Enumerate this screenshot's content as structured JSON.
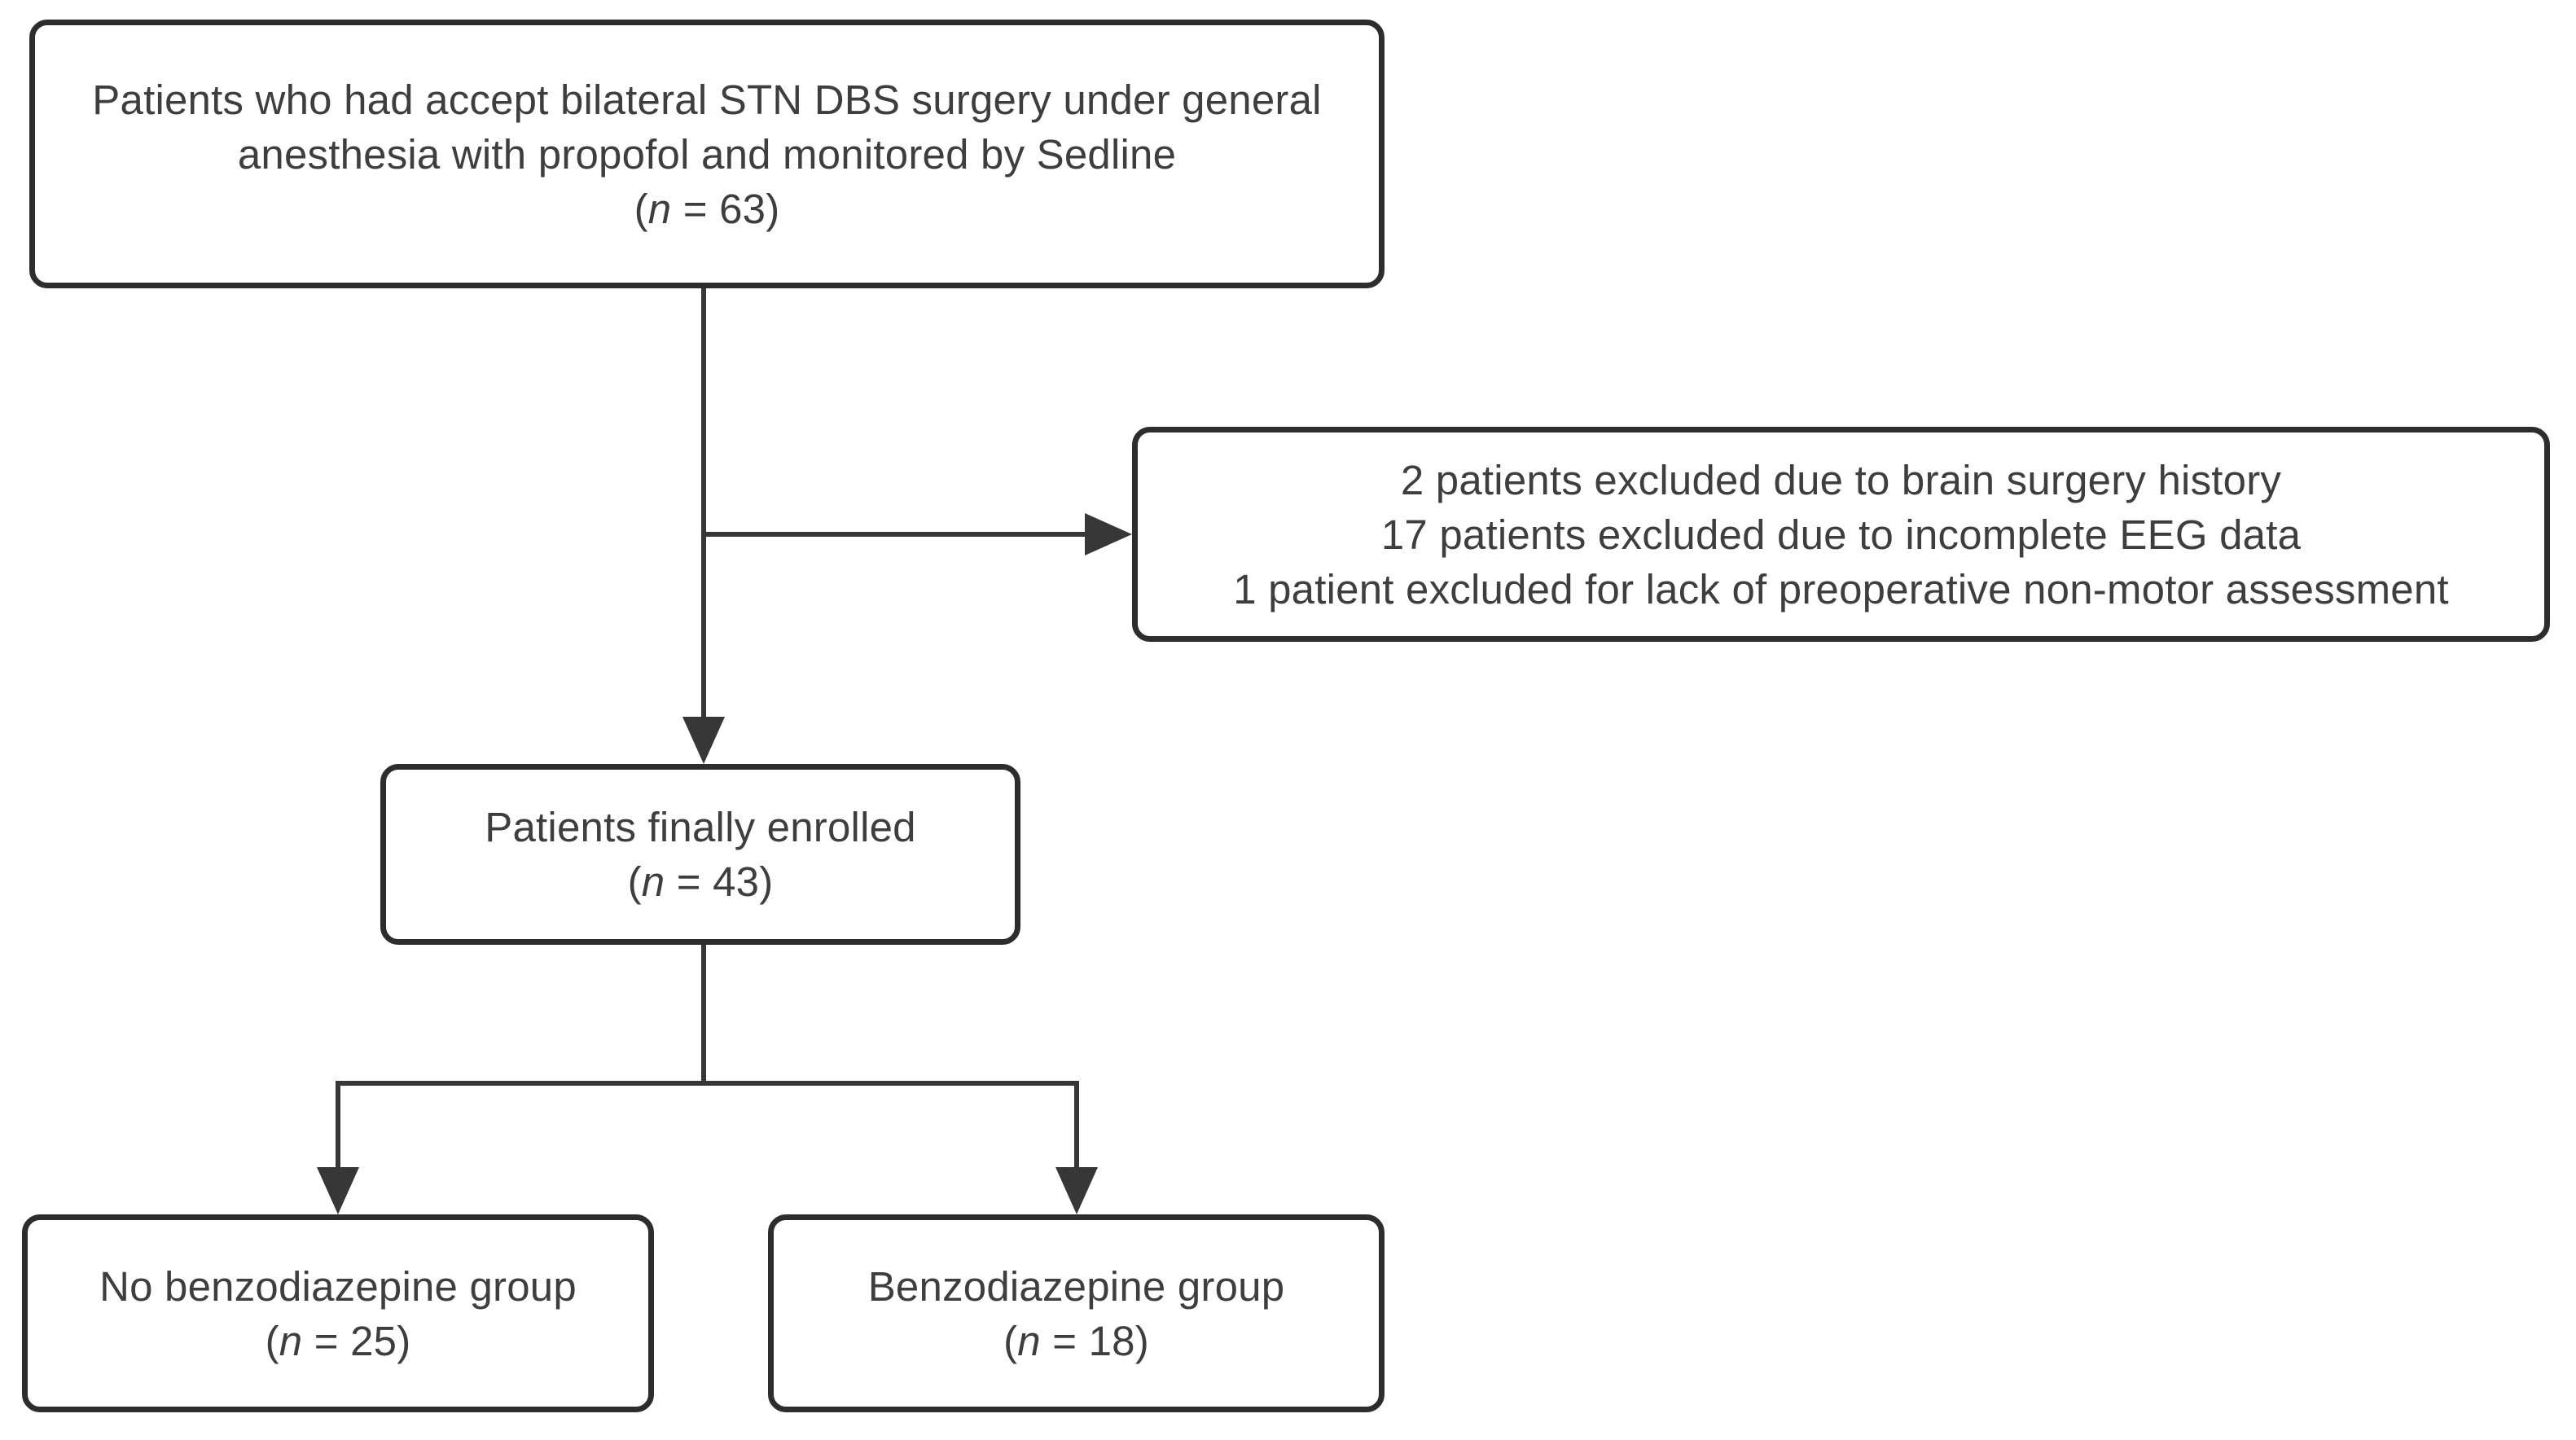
{
  "figure": {
    "type": "patient-enrollment-flowchart",
    "colors": {
      "box_border": "#2d2d2d",
      "box_background": "#ffffff",
      "connector": "#373737",
      "text": "#3e3e3e",
      "page_background": "#ffffff"
    },
    "boxes": {
      "initial": {
        "lines": [
          "Patients who had accept bilateral STN DBS surgery under general",
          "anesthesia with propofol and monitored by Sedline"
        ],
        "n_line": {
          "prefix": "(",
          "symbol": "n",
          "suffix": " = 63)"
        },
        "n_value": 63
      },
      "exclusion": {
        "lines": [
          "2 patients excluded due to brain surgery history",
          "17 patients excluded due to incomplete EEG data",
          "1 patient excluded for lack of preoperative non-motor assessment"
        ],
        "excluded_counts": [
          2,
          17,
          1
        ]
      },
      "enrolled": {
        "lines": [
          "Patients finally enrolled"
        ],
        "n_line": {
          "prefix": "(",
          "symbol": "n",
          "suffix": " = 43)"
        },
        "n_value": 43
      },
      "no_benzodiazepine": {
        "lines": [
          "No benzodiazepine group"
        ],
        "n_line": {
          "prefix": "(",
          "symbol": "n",
          "suffix": " = 25)"
        },
        "n_value": 25
      },
      "benzodiazepine": {
        "lines": [
          "Benzodiazepine group"
        ],
        "n_line": {
          "prefix": "(",
          "symbol": "n",
          "suffix": " = 18)"
        },
        "n_value": 18
      }
    }
  }
}
